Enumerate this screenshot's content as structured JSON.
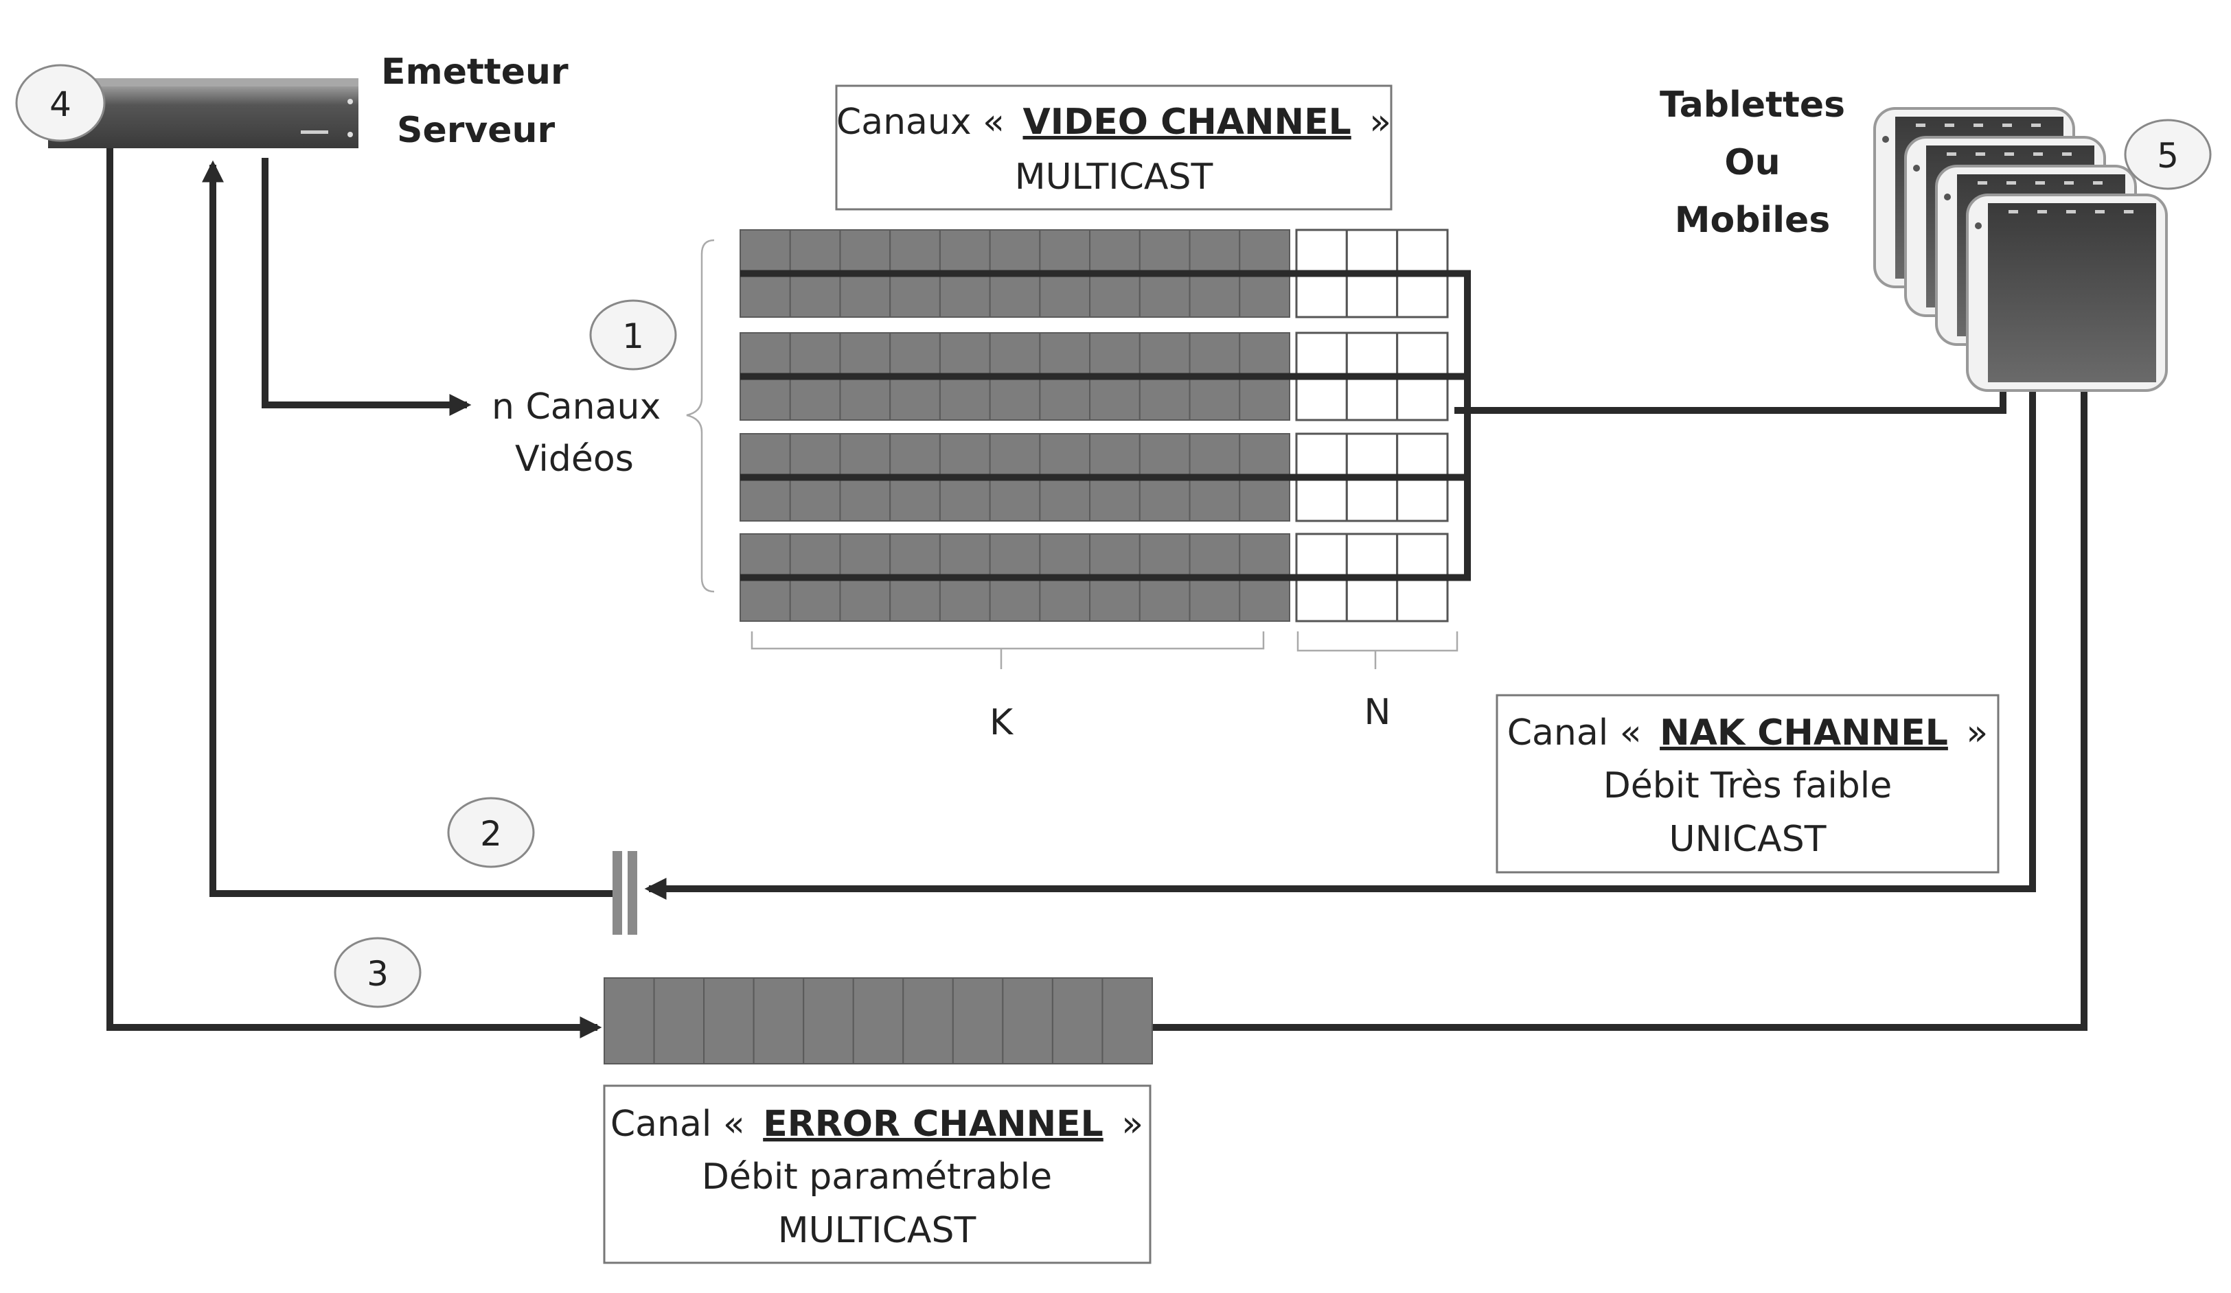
{
  "server": {
    "label_line1": "Emetteur",
    "label_line2": "Serveur",
    "badge": "4"
  },
  "devices": {
    "label_line1": "Tablettes",
    "label_line2": "Ou",
    "label_line3": "Mobiles",
    "badge": "5",
    "count": 4
  },
  "video_channel": {
    "prefix": "Canaux «",
    "name": "VIDEO CHANNEL",
    "suffix": "»",
    "mode": "MULTICAST",
    "badge": "1",
    "input_label_line1": "n Canaux",
    "input_label_line2": "Vidéos",
    "rows": 4,
    "k_cells": 11,
    "n_cells": 3,
    "k_label": "K",
    "n_label": "N"
  },
  "nak_channel": {
    "prefix": "Canal «",
    "name": "NAK CHANNEL",
    "suffix": "»",
    "rate": "Débit Très faible",
    "mode": "UNICAST",
    "badge": "2"
  },
  "error_channel": {
    "prefix": "Canal «",
    "name": "ERROR CHANNEL",
    "suffix": "»",
    "rate": "Débit paramétrable",
    "mode": "MULTICAST",
    "badge": "3",
    "cells": 11
  },
  "colors": {
    "packet_gray": "#7d7d7d",
    "wire": "#2a2a2a",
    "frame": "#777777"
  }
}
